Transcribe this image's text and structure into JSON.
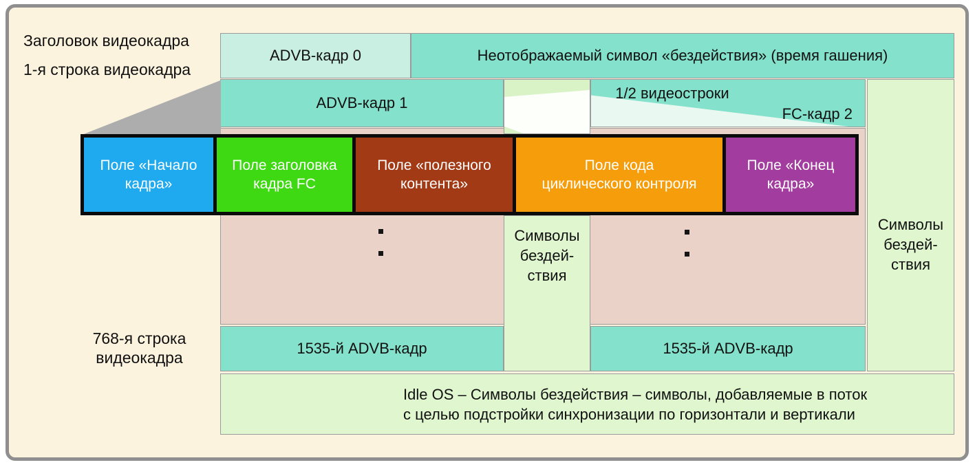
{
  "labels": {
    "frame_header": "Заголовок видеокадра",
    "first_line": "1-я строка видеокадра",
    "line_768": [
      "768-я строка",
      "видеокадра"
    ]
  },
  "row_top": {
    "advb_frame_0": "ADVB-кадр 0",
    "blanking_symbol": "Неотображаемый символ «бездействия» (время гашения)"
  },
  "row_second": {
    "advb_frame_1": "ADVB-кадр 1",
    "half_video_line": "1/2 видеостроки",
    "fc_frame_2": "FC-кадр 2"
  },
  "fields": [
    {
      "name": "start-of-frame",
      "lines": [
        "Поле «Начало",
        "кадра»"
      ],
      "color": "#1FA9EE"
    },
    {
      "name": "fc-frame-header",
      "lines": [
        "Поле заголовка",
        "кадра FC"
      ],
      "color": "#3FD913"
    },
    {
      "name": "payload",
      "lines": [
        "Поле «полезного",
        "контента»"
      ],
      "color": "#A23A16"
    },
    {
      "name": "cyclic-check-code",
      "lines": [
        "Поле кода",
        "циклического контроля"
      ],
      "color": "#F59D0A"
    },
    {
      "name": "end-of-frame",
      "lines": [
        "Поле «Конец",
        "кадра»"
      ],
      "color": "#A23C9E"
    }
  ],
  "idle_columns": {
    "middle_lines": [
      "Символы",
      "бездей-",
      "ствия"
    ],
    "right_lines": [
      "Символы",
      "бездей-",
      "ствия"
    ]
  },
  "row_1535": {
    "left": "1535-й ADVB-кадр",
    "right": "1535-й ADVB-кадр"
  },
  "idle_note": {
    "line1": "Idle OS – Символы бездействия – символы, добавляемые в поток",
    "line2": "с целью подстройки синхронизации по горизонтали и вертикали"
  },
  "colors": {
    "background_cream": "#FBF3DE",
    "frame_border_grey": "#8F8F8F",
    "teal": "#84E1CB",
    "teal_light": "#C9EEE2",
    "green_light": "#DFF6CF",
    "green_wedge": "#D9F3C6",
    "pale_wedge": "#EAF8F2",
    "column_white": "#FDFFFA",
    "pink": "#EBD2C8",
    "grey_triangle": "#ADADAD",
    "field_border_black": "#0B0B0B"
  }
}
